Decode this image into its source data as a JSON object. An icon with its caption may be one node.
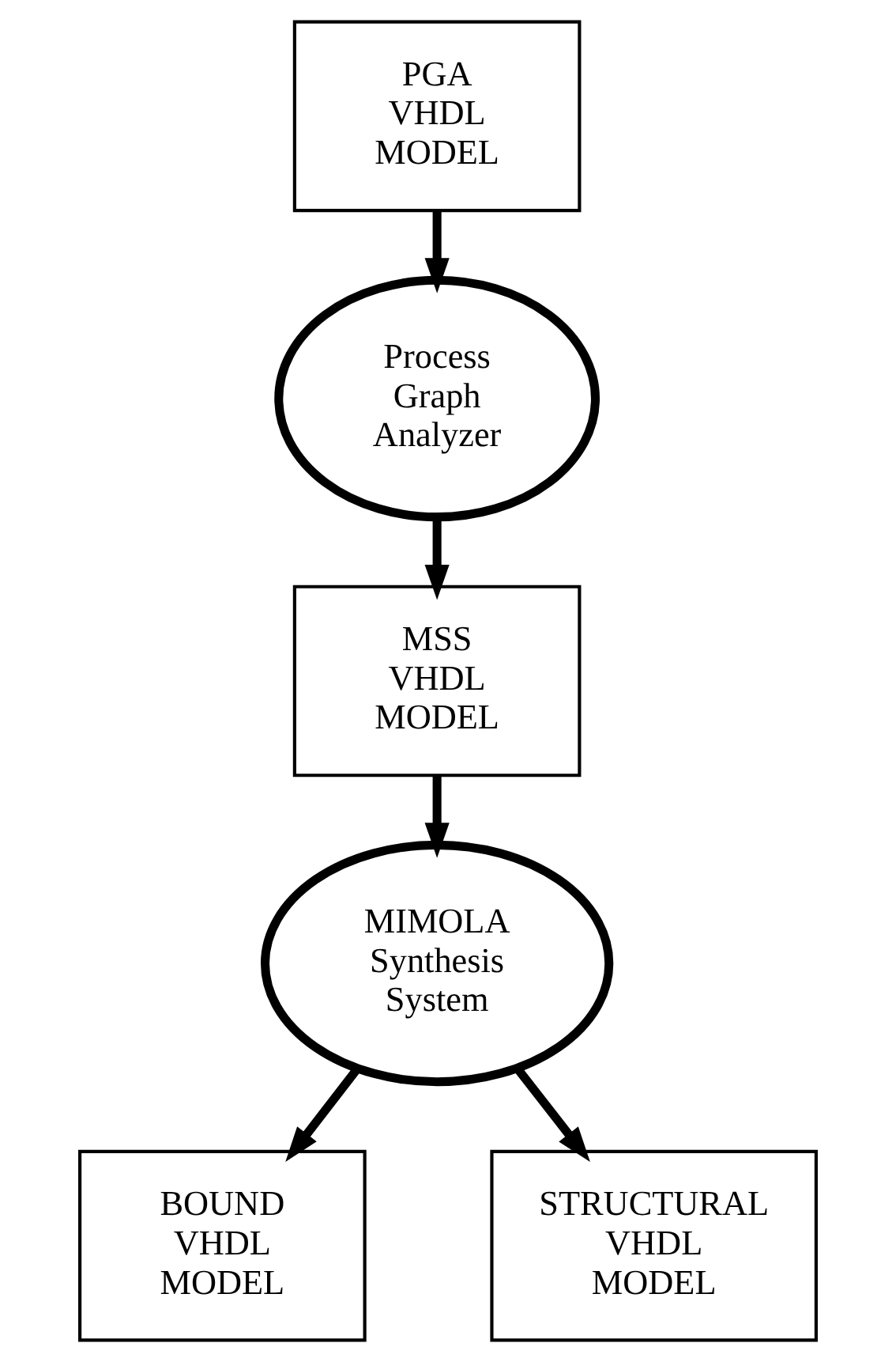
{
  "diagram": {
    "nodes": [
      {
        "text": [
          "PGA VHDL MODEL"
        ]
      },
      {
        "text": [
          "Process Graph Analyzer"
        ]
      },
      {
        "text": [
          "MSS VHDL MODEL"
        ]
      },
      {
        "text": [
          "MIMOLA Synthesis System"
        ]
      },
      {
        "text": [
          "BOUND VHDL MODEL"
        ]
      },
      {
        "text": [
          "STRUCTURAL VHDL MODEL"
        ]
      }
    ],
    "edges": [
      {
        "from": 0,
        "to": 1,
        "arrow": "to"
      },
      {
        "from": 1,
        "to": 2,
        "arrow": "to"
      },
      {
        "from": 2,
        "to": 3,
        "arrow": "to"
      },
      {
        "from": 3,
        "to": 4,
        "arrow": "to"
      },
      {
        "from": 3,
        "to": 5,
        "arrow": "to"
      }
    ]
  }
}
